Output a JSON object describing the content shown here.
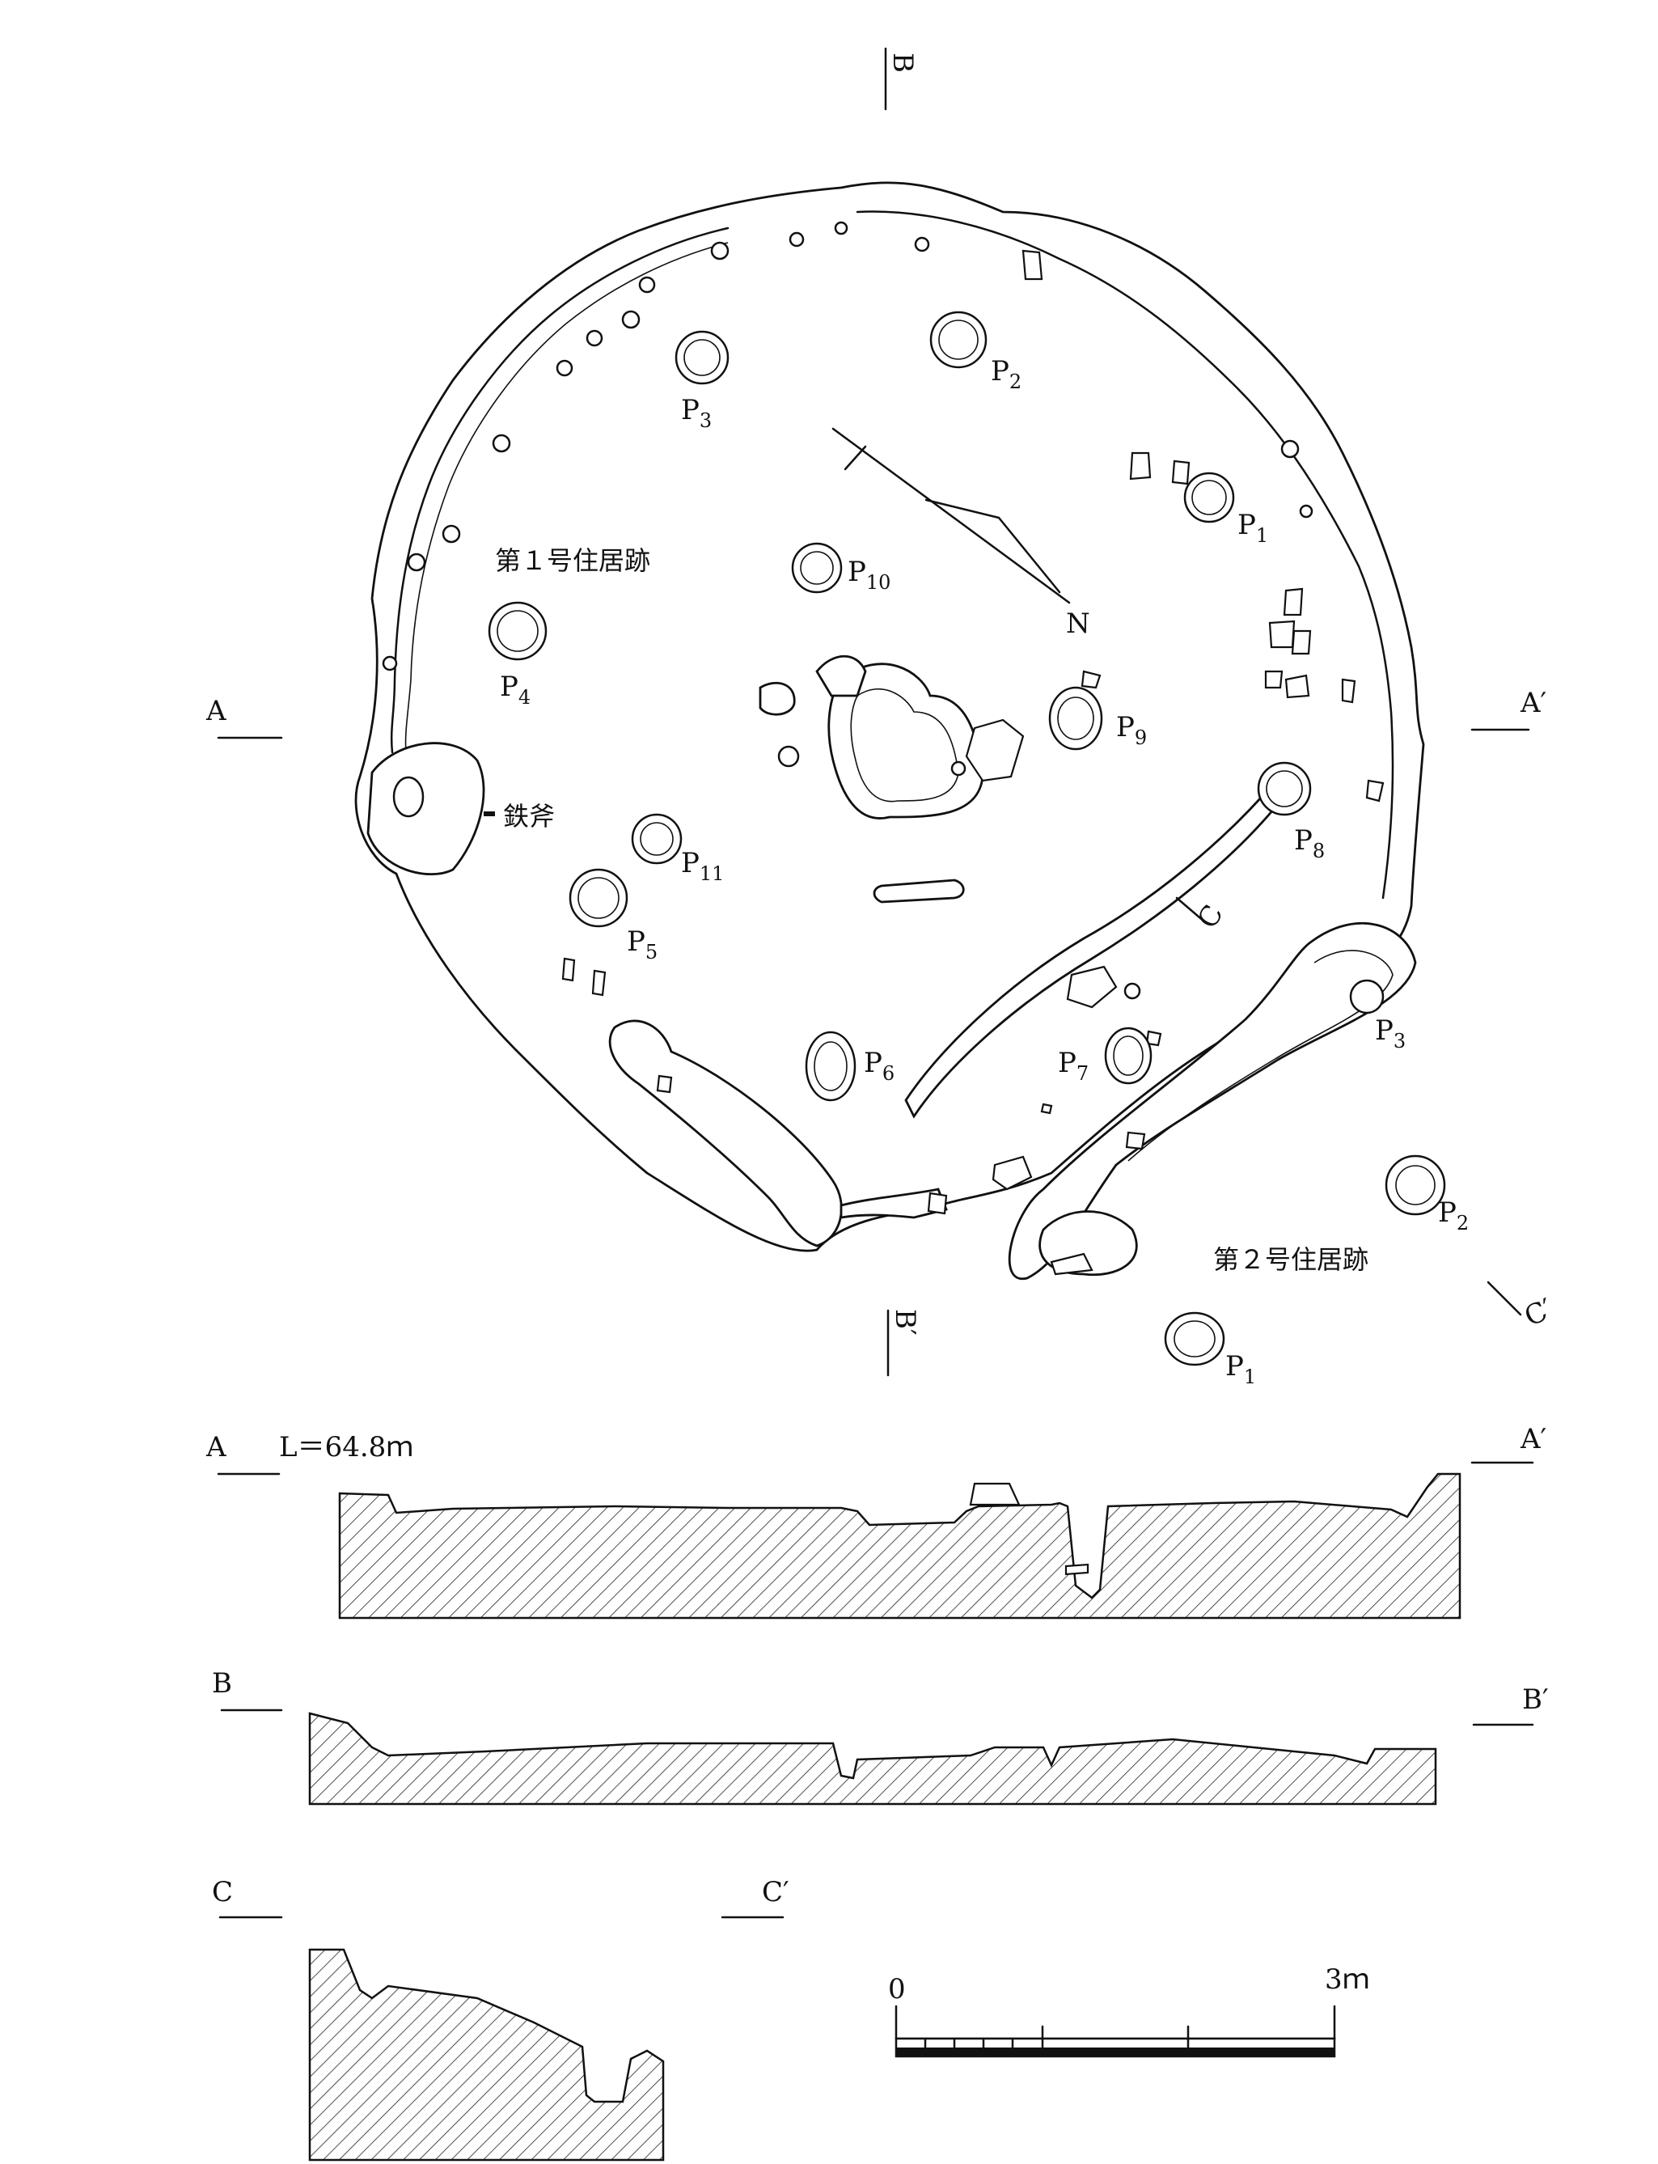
{
  "figure": {
    "house1_label": "第１号住居跡",
    "house2_label": "第２号住居跡",
    "iron_axe_label": "鉄斧",
    "north_label": "N",
    "elevation_label": "L＝64.8ｍ",
    "scale_start": "0",
    "scale_end": "3ｍ"
  },
  "section_marks": {
    "A": "A",
    "A_prime": "A′",
    "B": "B",
    "B_prime": "B′",
    "C": "C",
    "C_prime": "C′"
  },
  "pits_house1": [
    {
      "name": "P",
      "sub": "1"
    },
    {
      "name": "P",
      "sub": "2"
    },
    {
      "name": "P",
      "sub": "3"
    },
    {
      "name": "P",
      "sub": "4"
    },
    {
      "name": "P",
      "sub": "5"
    },
    {
      "name": "P",
      "sub": "6"
    },
    {
      "name": "P",
      "sub": "7"
    },
    {
      "name": "P",
      "sub": "8"
    },
    {
      "name": "P",
      "sub": "9"
    },
    {
      "name": "P",
      "sub": "10"
    },
    {
      "name": "P",
      "sub": "11"
    }
  ],
  "pits_house2": [
    {
      "name": "P",
      "sub": "1"
    },
    {
      "name": "P",
      "sub": "2"
    },
    {
      "name": "P",
      "sub": "3"
    }
  ]
}
